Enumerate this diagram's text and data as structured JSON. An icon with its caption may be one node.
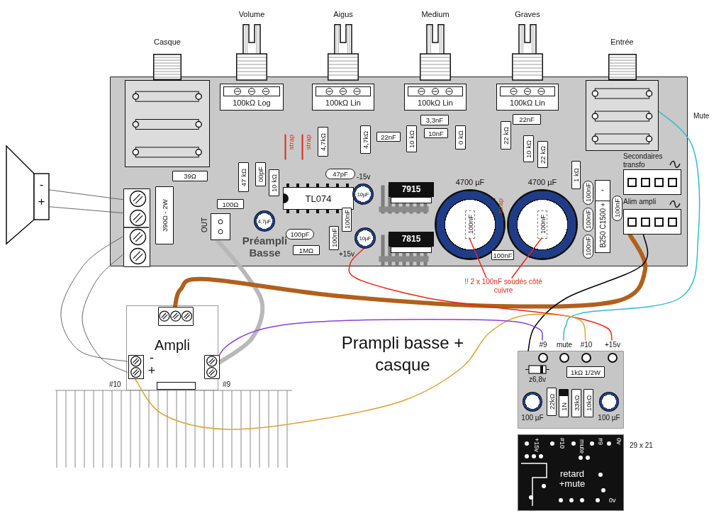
{
  "diagram": {
    "title": "Prampli basse + casque",
    "nodes": [
      {
        "text": [],
        "shape": "box"
      },
      {
        "text": [
          "-",
          "+"
        ]
      },
      {
        "text": [
          "Casque"
        ],
        "in": 0
      },
      {
        "text": [
          "Volume",
          "100kΩ Log"
        ]
      },
      {
        "text": [
          "Aigus",
          "100kΩ Lin"
        ]
      },
      {
        "text": [
          "Medium",
          "100kΩ Lin"
        ]
      },
      {
        "text": [
          "Graves",
          "100kΩ Lin"
        ]
      },
      {
        "text": [
          "Entrée"
        ],
        "in": 0
      },
      {
        "text": [
          "39Ω"
        ],
        "in": 0
      },
      {
        "text": [
          "390Ω - 2W"
        ],
        "in": 0
      },
      {
        "text": [],
        "shape": "box",
        "in": 0
      },
      {
        "text": [
          "47 kΩ"
        ],
        "in": 0
      },
      {
        "text": [
          "00pF"
        ],
        "in": 0
      },
      {
        "text": [
          "10 kΩ"
        ],
        "in": 0
      },
      {
        "text": [
          "100Ω"
        ],
        "in": 0
      },
      {
        "text": [
          "4,7µF"
        ],
        "in": 0
      },
      {
        "text": [
          "TL074"
        ],
        "in": 0
      },
      {
        "text": [
          "47pF"
        ],
        "in": 0
      },
      {
        "text": [
          "100pF"
        ],
        "in": 0
      },
      {
        "text": [
          "1MΩ"
        ],
        "in": 0
      },
      {
        "text": [
          "100nF"
        ],
        "in": 0
      },
      {
        "text": [
          "100nF"
        ],
        "in": 0
      },
      {
        "text": [
          "10µF"
        ],
        "in": 0
      },
      {
        "text": [
          "10µF"
        ],
        "in": 0
      },
      {
        "text": [
          "7915"
        ],
        "in": 0
      },
      {
        "text": [
          "7815"
        ],
        "in": 0
      },
      {
        "text": [
          "4,7kΩ"
        ],
        "in": 0
      },
      {
        "text": [
          "4,7kΩ"
        ],
        "in": 0
      },
      {
        "text": [
          "22nF"
        ],
        "in": 0
      },
      {
        "text": [
          "3,3nF"
        ],
        "in": 0
      },
      {
        "text": [
          "10nF"
        ],
        "in": 0
      },
      {
        "text": [
          "10 kΩ"
        ],
        "in": 0
      },
      {
        "text": [
          "0 kΩ"
        ],
        "in": 0
      },
      {
        "text": [
          "22nF"
        ],
        "in": 0
      },
      {
        "text": [
          "22 kΩ"
        ],
        "in": 0
      },
      {
        "text": [
          "10 kΩ"
        ],
        "in": 0
      },
      {
        "text": [
          "22 kΩ"
        ],
        "in": 0
      },
      {
        "text": [
          "4700 µF"
        ],
        "in": 0
      },
      {
        "text": [
          "100nF"
        ],
        "in": 37
      },
      {
        "text": [
          "4700 µF"
        ],
        "in": 0
      },
      {
        "text": [
          "100nF"
        ],
        "in": 39
      },
      {
        "text": [
          "100nF"
        ],
        "in": 0
      },
      {
        "text": [
          "1 kΩ"
        ],
        "in": 0
      },
      {
        "text": [
          "100nF"
        ],
        "in": 0
      },
      {
        "text": [
          "100nF"
        ],
        "in": 0
      },
      {
        "text": [
          "100nF"
        ],
        "in": 0
      },
      {
        "text": [
          "-",
          "+",
          "B250 C1500"
        ],
        "in": 0
      },
      {
        "text": [
          "100nF"
        ],
        "in": 0
      },
      {
        "text": [
          "Secondaires transfo"
        ],
        "in": 0
      },
      {
        "text": [
          "Alim ampli"
        ],
        "in": 0
      },
      {
        "text": [
          "OUT"
        ],
        "in": 0
      },
      {
        "text": [
          "Ampli"
        ]
      },
      {
        "text": [],
        "shape": "box",
        "in": 51
      },
      {
        "text": [],
        "shape": "box",
        "in": 51,
        "beside": [
          "-",
          "+"
        ]
      },
      {
        "text": [],
        "shape": "box",
        "in": 51
      },
      {
        "text": [],
        "shape": "box"
      },
      {
        "text": [
          "#9"
        ],
        "in": 55
      },
      {
        "text": [
          "mute"
        ],
        "in": 55
      },
      {
        "text": [
          "#10"
        ],
        "in": 55
      },
      {
        "text": [
          "+15v"
        ],
        "in": 55
      },
      {
        "text": [
          "z6,8v"
        ],
        "in": 55
      },
      {
        "text": [
          "1kΩ 1/2W"
        ],
        "in": 55
      },
      {
        "text": [
          "22kΩ"
        ],
        "in": 55
      },
      {
        "text": [
          "1N"
        ],
        "in": 55
      },
      {
        "text": [
          "33kΩ"
        ],
        "in": 55
      },
      {
        "text": [
          "10kΩ"
        ],
        "in": 55
      },
      {
        "text": [
          "100 µF"
        ],
        "in": 55
      },
      {
        "text": [
          "100 µF"
        ],
        "in": 55
      },
      {
        "text": [
          "+15v",
          "#10",
          "mute",
          "#9",
          "0v",
          "retard +mute",
          "0v"
        ],
        "beside": [
          "29 x 21"
        ]
      },
      {
        "text": [
          "!! 2 x 100nF soudés côté cuivre"
        ]
      }
    ],
    "edges": [
      {
        "from": 1,
        "to": 10,
        "arrow": "none",
        "color": "#555555"
      },
      {
        "from": 1,
        "to": 10,
        "arrow": "none",
        "color": "#555555"
      },
      {
        "from": 10,
        "to": 53,
        "arrow": "none",
        "color": "#555555"
      },
      {
        "from": 10,
        "to": 53,
        "arrow": "none",
        "color": "#555555"
      },
      {
        "from": 50,
        "to": 54,
        "arrow": "none",
        "style": "thick",
        "color": "#b8b8b8"
      },
      {
        "from": 49,
        "to": 52,
        "arrow": "none",
        "style": "thick",
        "color": "#b0601c"
      },
      {
        "from": 49,
        "to": 55,
        "arrow": "none",
        "color": "#000000"
      },
      {
        "from": 23,
        "to": 59,
        "arrow": "none",
        "color": "#e8261c"
      },
      {
        "from": 7,
        "to": 57,
        "arrow": "none",
        "color": "#2fbcd0"
      },
      {
        "from": 53,
        "to": 58,
        "arrow": "none",
        "color": "#d9a431"
      },
      {
        "from": 54,
        "to": 56,
        "arrow": "none",
        "color": "#8a3ee0"
      },
      {
        "from": 69,
        "to": 38,
        "arrow": "none",
        "color": "#e8261c"
      },
      {
        "from": 69,
        "to": 40,
        "arrow": "none",
        "color": "#e8261c"
      }
    ],
    "labels": [
      "Mute",
      "strap",
      "strap",
      "-15v",
      "strap",
      "Préampli Basse",
      "+15v",
      "#10",
      "#9"
    ]
  }
}
